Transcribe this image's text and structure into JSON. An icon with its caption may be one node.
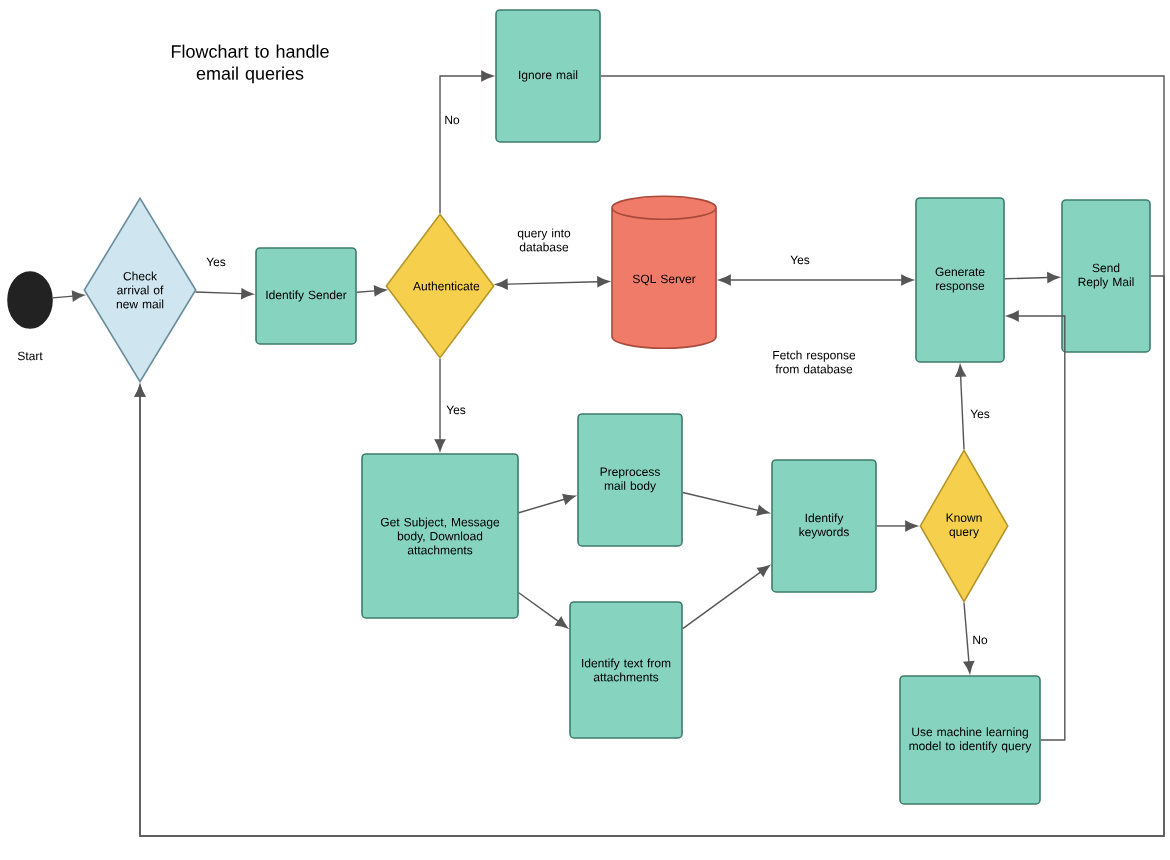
{
  "diagram": {
    "title": "Flowchart to handle email queries",
    "nodes": [
      {
        "text": [],
        "shape": "circle",
        "beside": [
          "Start"
        ]
      },
      {
        "text": [
          "Check arrival of new mail"
        ]
      },
      {
        "text": [
          "Identify Sender"
        ]
      },
      {
        "text": [
          "Authenticate"
        ]
      },
      {
        "text": [
          "Ignore mail"
        ]
      },
      {
        "text": [
          "SQL Server"
        ]
      },
      {
        "text": [
          "Generate response"
        ]
      },
      {
        "text": [
          "Send Reply Mail"
        ]
      },
      {
        "text": [
          "Get Subject, Message body, Download attachments"
        ]
      },
      {
        "text": [
          "Preprocess mail body"
        ]
      },
      {
        "text": [
          "Identify text from attachments"
        ]
      },
      {
        "text": [
          "Identify keywords"
        ]
      },
      {
        "text": [
          "Known query"
        ]
      },
      {
        "text": [
          "Use machine learning model to identify query"
        ]
      }
    ],
    "edges": [
      {
        "from": 0,
        "to": 1,
        "arrow": "to"
      },
      {
        "from": 1,
        "to": 2,
        "arrow": "to",
        "label": "Yes"
      },
      {
        "from": 2,
        "to": 3,
        "arrow": "to"
      },
      {
        "from": 3,
        "to": 4,
        "arrow": "to",
        "label": "No"
      },
      {
        "from": 3,
        "to": 5,
        "arrow": "both",
        "label": "query into database"
      },
      {
        "from": 5,
        "to": 6,
        "arrow": "both",
        "label": "Yes"
      },
      {
        "from": 6,
        "to": 7,
        "arrow": "to"
      },
      {
        "from": 3,
        "to": 8,
        "arrow": "to",
        "label": "Yes"
      },
      {
        "from": 8,
        "to": 9,
        "arrow": "to"
      },
      {
        "from": 8,
        "to": 10,
        "arrow": "to"
      },
      {
        "from": 9,
        "to": 11,
        "arrow": "to"
      },
      {
        "from": 10,
        "to": 11,
        "arrow": "to"
      },
      {
        "from": 11,
        "to": 12,
        "arrow": "to"
      },
      {
        "from": 12,
        "to": 6,
        "arrow": "to",
        "label": "Yes"
      },
      {
        "from": 12,
        "to": 13,
        "arrow": "to",
        "label": "No"
      },
      {
        "from": 13,
        "to": 6,
        "arrow": "to"
      },
      {
        "from": 4,
        "to": 1,
        "arrow": "to"
      },
      {
        "from": 7,
        "to": 1,
        "arrow": "to"
      }
    ],
    "labels": [
      "Fetch response from database"
    ]
  }
}
